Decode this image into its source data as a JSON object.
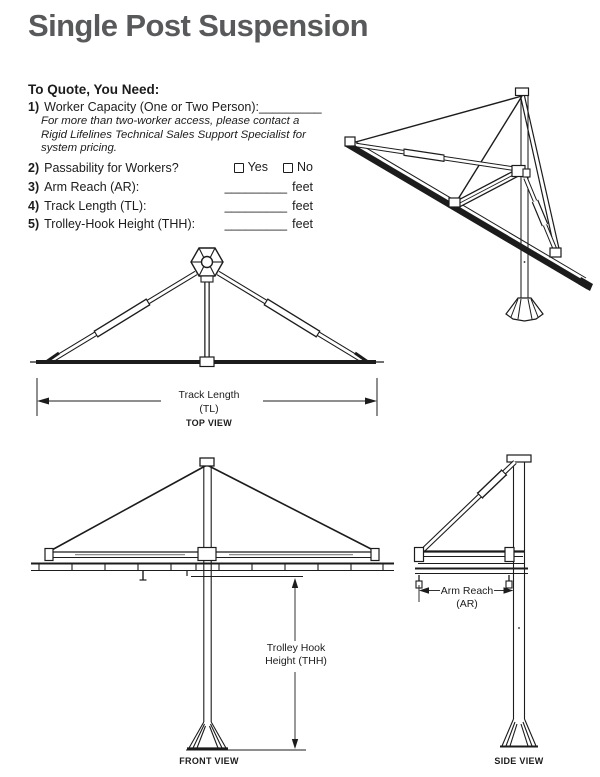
{
  "page": {
    "title": "Single Post Suspension"
  },
  "colors": {
    "title_gray": "#58595b",
    "ink": "#1c1c1c"
  },
  "quote_form": {
    "heading": "To Quote, You Need:",
    "item1": {
      "num": "1)",
      "label": "Worker Capacity (One or Two Person):",
      "blank": "_________"
    },
    "note_lines": [
      "For more than two-worker access, please contact a",
      "Rigid Lifelines Technical Sales Support Specialist for",
      "system pricing."
    ],
    "item2": {
      "num": "2)",
      "label": "Passability for Workers?",
      "yes": "Yes",
      "no": "No"
    },
    "item3": {
      "num": "3)",
      "label": "Arm Reach (AR):",
      "blank": "_________",
      "unit": "feet"
    },
    "item4": {
      "num": "4)",
      "label": "Track Length (TL):",
      "blank": "_________",
      "unit": "feet"
    },
    "item5": {
      "num": "5)",
      "label": "Trolley-Hook Height (THH):",
      "blank": "_________",
      "unit": "feet"
    }
  },
  "diagrams": {
    "top_view": {
      "caption": "TOP VIEW",
      "dim_line1": "Track Length",
      "dim_line2": "(TL)"
    },
    "front_view": {
      "caption": "FRONT VIEW",
      "dim_line1": "Trolley Hook",
      "dim_line2": "Height (THH)"
    },
    "side_view": {
      "caption": "SIDE VIEW",
      "dim_line1": "Arm Reach",
      "dim_line2": "(AR)"
    }
  }
}
